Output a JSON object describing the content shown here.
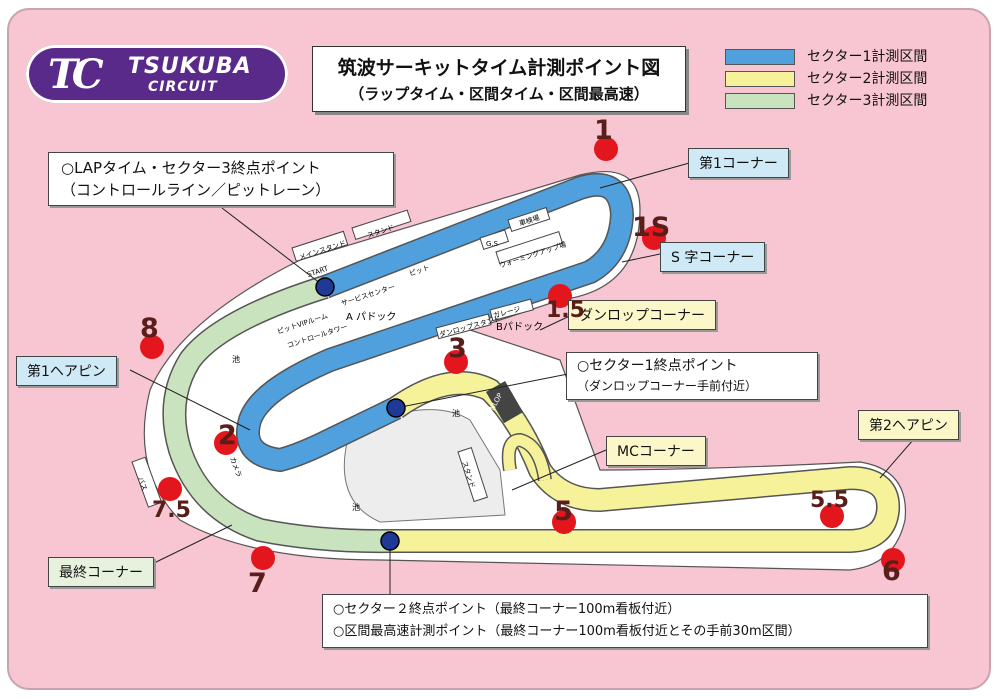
{
  "logo": {
    "mark": "TC",
    "word1": "TSUKUBA",
    "word2": "CIRCUIT"
  },
  "title": {
    "line1": "筑波サーキットタイム計測ポイント図",
    "line2": "（ラップタイム・区間タイム・区間最高速）"
  },
  "legend": [
    {
      "label": "セクター1計測区間",
      "color": "#4fa0dc"
    },
    {
      "label": "セクター2計測区間",
      "color": "#f6f29a"
    },
    {
      "label": "セクター3計測区間",
      "color": "#c9e3be"
    }
  ],
  "corner_labels": {
    "first_corner": "第1コーナー",
    "s_corner": "S 字コーナー",
    "dunlop_corner": "ダンロップコーナー",
    "first_hairpin": "第1ヘアピン",
    "mc_corner": "MCコーナー",
    "second_hairpin": "第2ヘアピン",
    "final_corner": "最終コーナー"
  },
  "notes": {
    "lap_line1": "○LAPタイム・セクター3終点ポイント",
    "lap_line2": "（コントロールライン／ピットレーン）",
    "s1_line1": "○セクター1終点ポイント",
    "s1_line2": "（ダンロップコーナー手前付近）",
    "s2_line1": "○セクター２終点ポイント（最終コーナー100m看板付近）",
    "s2_line2": "○区間最高速計測ポイント（最終コーナー100m看板付近とその手前30m区間）"
  },
  "points": [
    "1",
    "1S",
    "1.5",
    "3",
    "8",
    "2",
    "7.5",
    "7",
    "5",
    "5.5",
    "6"
  ],
  "map_labels": {
    "main_stand": "メインスタンド",
    "stand": "スタンド",
    "start": "START",
    "pit": "ピット",
    "service_center": "サービスセンター",
    "a_paddock": "A パドック",
    "pit_vip_room": "ピットVIPルーム",
    "control_tower": "コントロールタワー",
    "gs": "G.S",
    "vehicle_inspection": "車検場",
    "warmup_area": "ウォーミングアップ場",
    "garage": "ガレージ",
    "dunlop_stand": "ダンロップスタンド",
    "b_paddock": "Bパドック",
    "dunlop_bridge": "DUNLOP",
    "pond": "池",
    "stand_inner": "スタンド",
    "bus_stop": "バス",
    "car": "カメラ"
  },
  "colors": {
    "background": "#f7c6d2",
    "sector1": "#4fa0dc",
    "sector2": "#f6f29a",
    "sector3": "#c9e3be",
    "point_red": "#e3151d",
    "point_blue": "#1f3a96",
    "logo_purple": "#5a2a8a"
  }
}
